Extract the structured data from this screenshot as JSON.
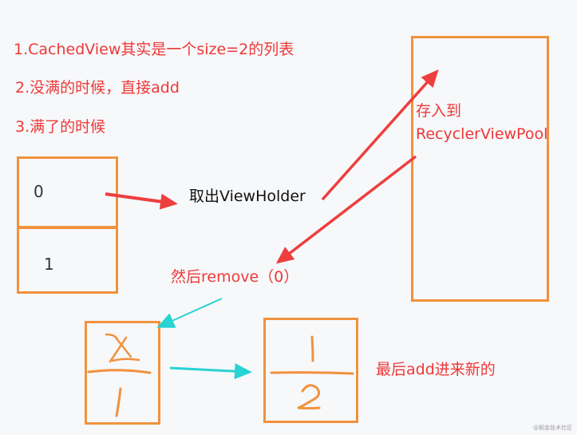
{
  "notes": {
    "line1": "1.CachedView其实是一个size=2的列表",
    "line2": "2.没满的时候，直接add",
    "line3": "3.满了的时候"
  },
  "cache_list": {
    "cell_0": "0",
    "cell_1": "1"
  },
  "labels": {
    "take_out": "取出ViewHolder",
    "store_line1": "存入到",
    "store_line2": "RecyclerViewPool",
    "remove": "然后remove（0）",
    "add_new": "最后add进来新的"
  },
  "watermark": "@掘金技术社区",
  "colors": {
    "text_red": "#ee3838",
    "box_orange": "#f0923d",
    "arrow_red": "#ee3e3e",
    "arrow_cyan": "#27d3d3",
    "background": "#f7f8fa"
  }
}
